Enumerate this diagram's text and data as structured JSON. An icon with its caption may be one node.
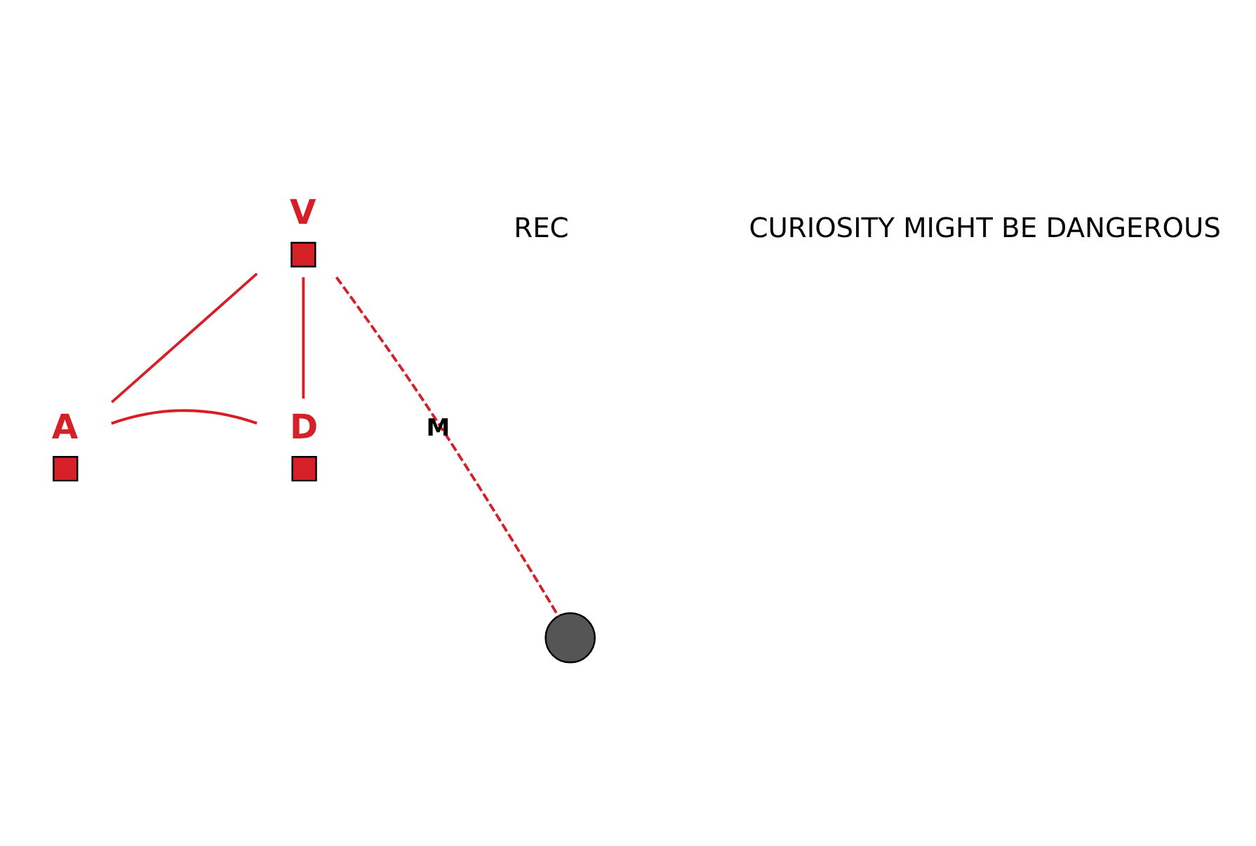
{
  "diagram": {
    "nodes": [
      {
        "text": [
          "V"
        ]
      },
      {
        "text": [
          "A"
        ]
      },
      {
        "text": [
          "D"
        ]
      },
      {
        "text": [],
        "shape": "circle"
      }
    ],
    "edges": [
      {
        "from": 0,
        "to": 1,
        "arrow": "none"
      },
      {
        "from": 1,
        "to": 2,
        "arrow": "none"
      },
      {
        "from": 2,
        "to": 0,
        "arrow": "none"
      },
      {
        "from": 0,
        "to": 3,
        "arrow": "none",
        "style": "dashed",
        "label": "M"
      }
    ],
    "labels": [
      "REC",
      "CURIOSITY MIGHT BE DANGEROUS"
    ]
  }
}
